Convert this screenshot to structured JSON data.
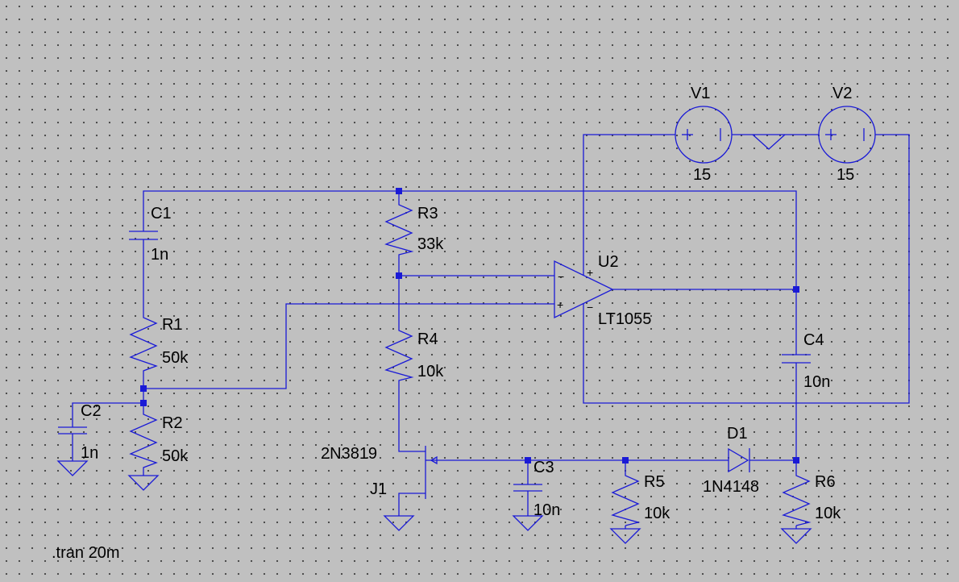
{
  "components": {
    "v1": {
      "name": "V1",
      "value": "15"
    },
    "v2": {
      "name": "V2",
      "value": "15"
    },
    "c1": {
      "name": "C1",
      "value": "1n"
    },
    "c2": {
      "name": "C2",
      "value": "1n"
    },
    "c3": {
      "name": "C3",
      "value": "10n"
    },
    "c4": {
      "name": "C4",
      "value": "10n"
    },
    "r1": {
      "name": "R1",
      "value": "50k"
    },
    "r2": {
      "name": "R2",
      "value": "50k"
    },
    "r3": {
      "name": "R3",
      "value": "33k"
    },
    "r4": {
      "name": "R4",
      "value": "10k"
    },
    "r5": {
      "name": "R5",
      "value": "10k"
    },
    "r6": {
      "name": "R6",
      "value": "10k"
    },
    "u2": {
      "name": "U2",
      "value": "LT1055"
    },
    "j1": {
      "name": "J1",
      "value": "2N3819"
    },
    "d1": {
      "name": "D1",
      "value": "1N4148"
    }
  },
  "directive": ".tran 20m",
  "opamp_pins": {
    "plus": "+",
    "minus": "−"
  },
  "colors": {
    "wire": "#1a1ad6",
    "background": "#c0c0c0",
    "grid_dot": "#404040",
    "text": "#000000"
  }
}
